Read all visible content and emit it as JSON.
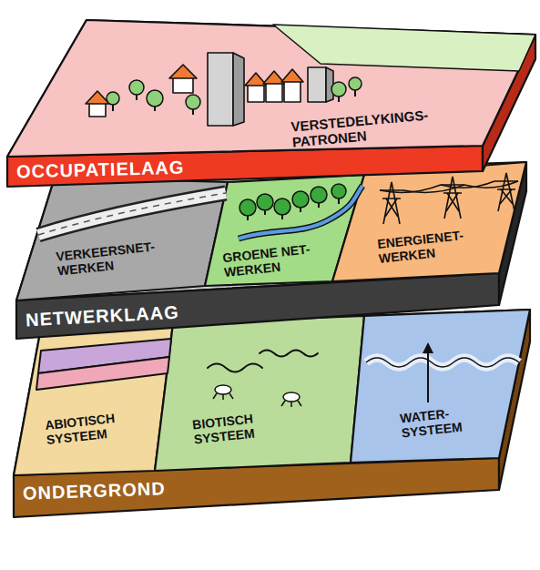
{
  "diagram": {
    "nodes": [
      {
        "text": [
          "OCCUPATIELAAG"
        ]
      },
      {
        "text": [
          "VERSTEDELYKINGS- PATRONEN"
        ],
        "in": 0
      },
      {
        "text": [
          "NETWERKLAAG"
        ]
      },
      {
        "text": [
          "VERKEERSNET- WERKEN"
        ],
        "in": 2
      },
      {
        "text": [
          "GROENE NET- WERKEN"
        ],
        "in": 2
      },
      {
        "text": [
          "ENERGIENET- WERKEN"
        ],
        "in": 2
      },
      {
        "text": [
          "ONDERGROND"
        ]
      },
      {
        "text": [
          "ABIOTISCH SYSTEEM"
        ],
        "in": 6
      },
      {
        "text": [
          "BIOTISCH SYSTEEM"
        ],
        "in": 6
      },
      {
        "text": [
          "WATER- SYSTEEM"
        ],
        "in": 6
      }
    ]
  }
}
